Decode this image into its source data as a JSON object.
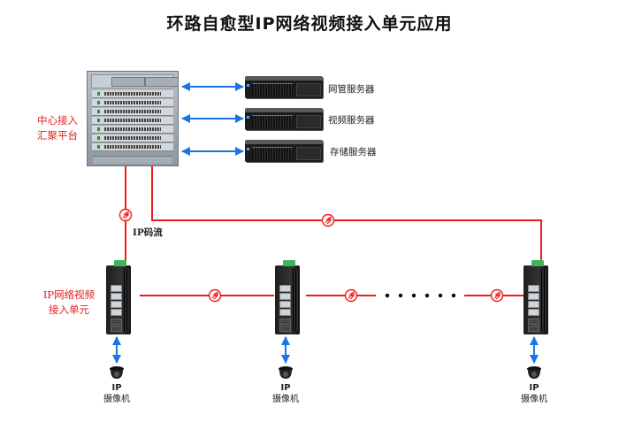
{
  "title": "环路自愈型IP网络视频接入单元应用",
  "colors": {
    "ring_line": "#ee1c1c",
    "link_arrow": "#1a73e8",
    "label_red": "#e0201c",
    "text": "#111111"
  },
  "center": {
    "label_line1": "中心接入",
    "label_line2": "汇聚平台",
    "device": "aggregation-chassis"
  },
  "servers": [
    {
      "label": "网管服务器",
      "icon": "server-icon"
    },
    {
      "label": "视频服务器",
      "icon": "server-icon"
    },
    {
      "label": "存储服务器",
      "icon": "server-icon"
    }
  ],
  "stream_label": "IP码流",
  "access_unit": {
    "label_line1": "IP网络视频",
    "label_line2": "接入单元"
  },
  "units": [
    {
      "device": "industrial-switch",
      "camera_line1": "IP",
      "camera_line2": "摄像机"
    },
    {
      "device": "industrial-switch",
      "camera_line1": "IP",
      "camera_line2": "摄像机"
    },
    {
      "device": "industrial-switch",
      "camera_line1": "IP",
      "camera_line2": "摄像机"
    }
  ],
  "ellipsis_dots": 6,
  "link_symbol": "fiber-link-icon"
}
